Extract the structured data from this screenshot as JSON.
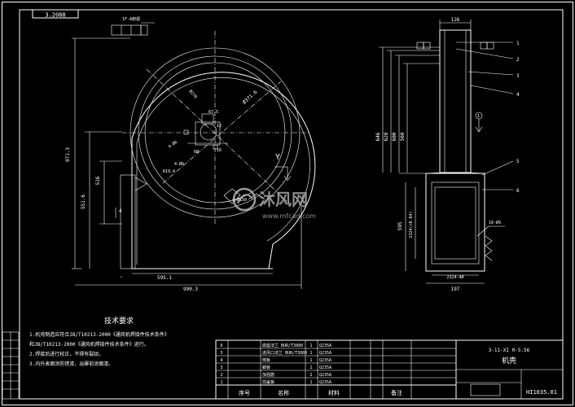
{
  "drawing": {
    "corner_tag": "3.2088",
    "section_mark": "Y",
    "drawing_number": "HI1035.01",
    "subtitle": "3-11-XI 0-5.56",
    "title": "机壳"
  },
  "front_view": {
    "datum_tag": "1F-A俯视",
    "dims": {
      "height_total": "971.3",
      "height_mid": "551.6",
      "height_small": "516",
      "height_tiny": "4",
      "width_total": "990.3",
      "width_bottom": "595.1",
      "radius_outer": "Ø371.6",
      "radius_inner": "R19.4",
      "center_offset": "4-Ø6",
      "bolt_pcd": "4-Ø6",
      "arc_label": "Ø270",
      "hub_dim": "6Ø",
      "inner_a": "67.5",
      "slot": "4×Ø150",
      "small_a": "12",
      "small_b": "16"
    }
  },
  "side_view": {
    "dims": {
      "top_width": "126",
      "right_a": "646",
      "right_b": "620",
      "right_c": "600",
      "right_d": "560",
      "box_h": "595",
      "box_inner": "2324(+0.04)",
      "box_w": "197",
      "box_w_inner": "2324-4Ø",
      "bolt": "16-Ø9"
    },
    "callouts": [
      "1",
      "2",
      "3",
      "4",
      "5",
      "6"
    ],
    "section_marker": "1"
  },
  "notes": {
    "title": "技术要求",
    "lines": [
      "1.机壳制造应符合JB/T10213-2000《通风机焊接件技术条件》",
      "和JB/T10213-2000《通风机焊接件技术条件》进行。",
      "2.焊接后进行校正，不得有裂纹。",
      "3.内外表面涂防锈漆，出厣前涂面漆。"
    ]
  },
  "bom": {
    "headers": [
      "序号",
      "名称",
      "材料",
      "备注"
    ],
    "rows": [
      [
        "6",
        "底座法兰 BUR/T3880",
        "1",
        "Q235A"
      ],
      [
        "5",
        "进风口法兰 BUR/T3880",
        "1",
        "Q235A"
      ],
      [
        "4",
        "侧板",
        "1",
        "Q235A"
      ],
      [
        "3",
        "蜗板",
        "1",
        "Q235A"
      ],
      [
        "2",
        "加强筋",
        "2",
        "Q235A"
      ],
      [
        "1",
        "前盖板",
        "1",
        "Q235A"
      ]
    ]
  },
  "watermark": {
    "brand": "沐风网",
    "url": "www.mfcad.com"
  }
}
